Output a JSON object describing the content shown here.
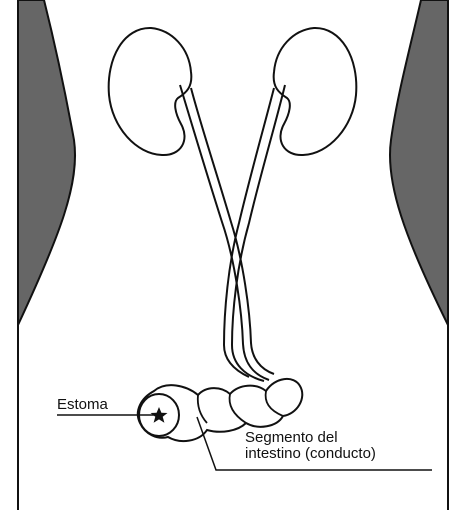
{
  "labels": {
    "stoma": "Estoma",
    "segment_line1": "Segmento del",
    "segment_line2": "intestino (conducto)"
  },
  "colors": {
    "outline": "#111111",
    "body_side": "#666666",
    "background": "#ffffff"
  }
}
